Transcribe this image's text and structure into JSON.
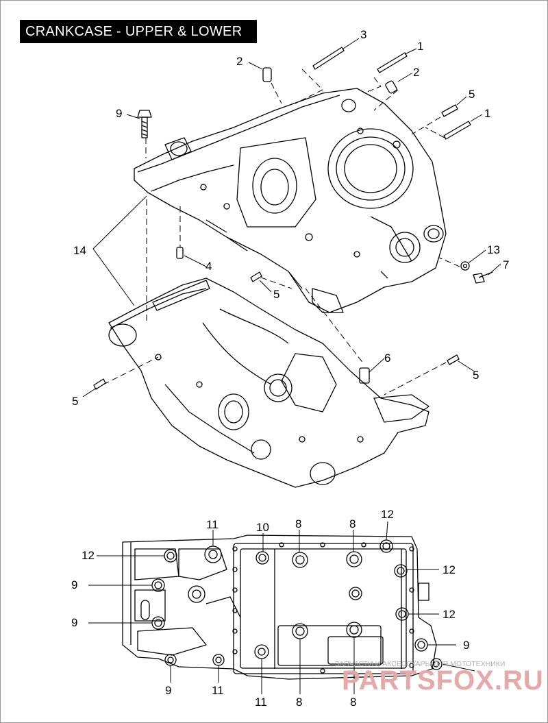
{
  "title": "CRANKCASE - UPPER & LOWER",
  "callouts_upper": [
    "3",
    "1",
    "2",
    "2",
    "5",
    "1",
    "9",
    "14",
    "4",
    "5",
    "13",
    "7",
    "6",
    "5",
    "5"
  ],
  "callouts_lower": [
    "11",
    "10",
    "8",
    "8",
    "12",
    "12",
    "9",
    "12",
    "9",
    "12",
    "9",
    "9",
    "11",
    "11",
    "8",
    "8"
  ],
  "watermark": {
    "tagline": "ЗАПЧАСТИ И АКСЕССУАРЫ ДЛЯ МОТОТЕХНИКИ",
    "logo": "PARTSFOX.RU"
  }
}
